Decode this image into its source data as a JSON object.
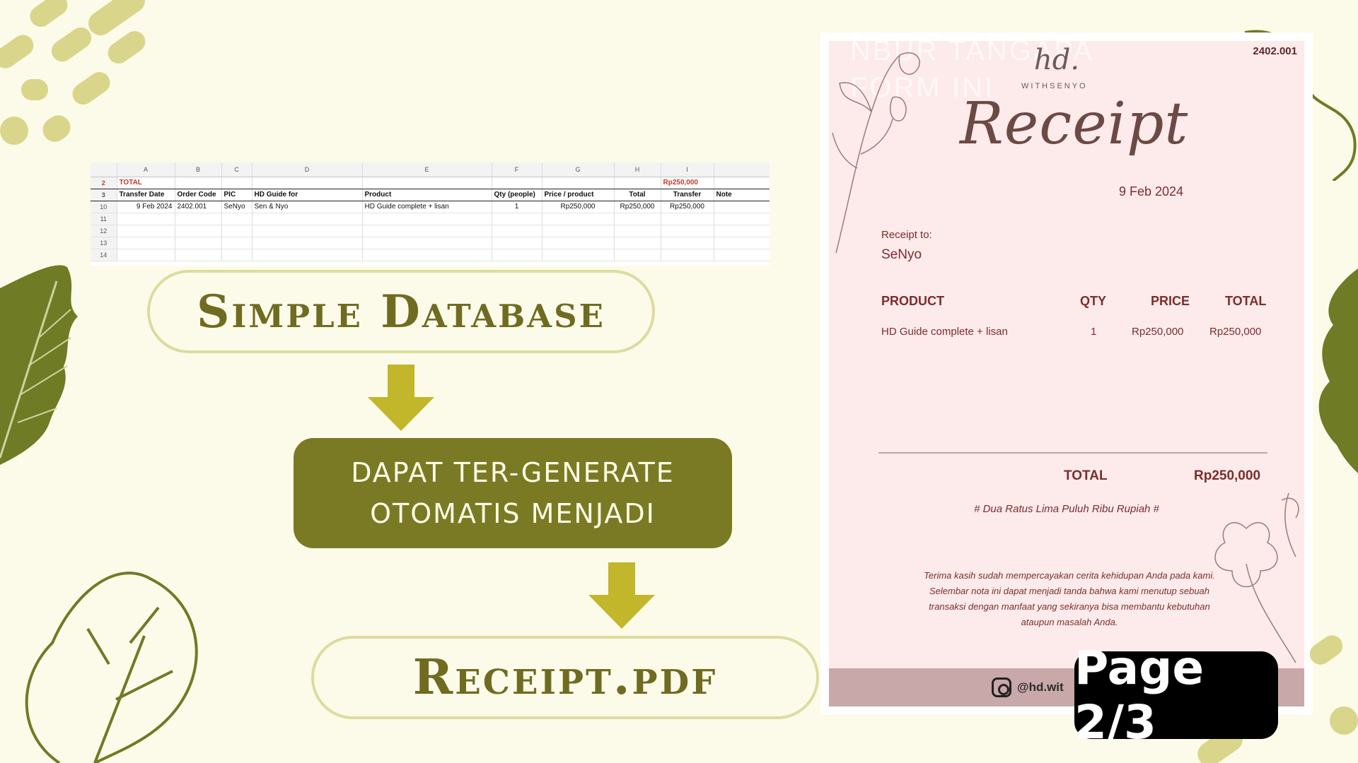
{
  "spreadsheet": {
    "columns": [
      "A",
      "B",
      "C",
      "D",
      "E",
      "F",
      "G",
      "H",
      "I"
    ],
    "total_row": {
      "row": "2",
      "label": "TOTAL",
      "amount": "Rp250,000"
    },
    "header_row": {
      "row": "3",
      "cells": [
        "Transfer Date",
        "Order Code",
        "PIC",
        "HD Guide for",
        "Product",
        "Qty (people)",
        "Price / product",
        "Total",
        "Transfer",
        "Note"
      ]
    },
    "data_row": {
      "row": "10",
      "cells": [
        "9 Feb 2024",
        "2402.001",
        "SeNyo",
        "Sen & Nyo",
        "HD Guide complete + lisan",
        "1",
        "Rp250,000",
        "Rp250,000",
        "Rp250,000",
        ""
      ]
    },
    "empty_rows": [
      "11",
      "12",
      "13",
      "14"
    ]
  },
  "flow": {
    "step1": "Simple Database",
    "step2_line1": "DAPAT TER-GENERATE",
    "step2_line2": "OTOMATIS MENJADI",
    "step3": "Receipt.pdf"
  },
  "receipt": {
    "ghost_line1": "NBUR TANGAPA",
    "ghost_line2": "FORM INI",
    "brand": "hd.",
    "brand_sub": "WITHSENYO",
    "code": "2402.001",
    "title": "Receipt",
    "date": "9 Feb 2024",
    "to_label": "Receipt to:",
    "to_name": "SeNyo",
    "headers": {
      "product": "PRODUCT",
      "qty": "QTY",
      "price": "PRICE",
      "total": "TOTAL"
    },
    "item": {
      "product": "HD Guide complete + lisan",
      "qty": "1",
      "price": "Rp250,000",
      "total": "Rp250,000"
    },
    "total_label": "TOTAL",
    "total_value": "Rp250,000",
    "amount_words": "# Dua Ratus Lima Puluh Ribu Rupiah #",
    "note_line1": "Terima kasih sudah mempercayakan cerita kehidupan Anda pada kami.",
    "note_line2": "Selembar nota ini dapat menjadi tanda bahwa kami menutup sebuah",
    "note_line3": "transaksi dengan manfaat yang sekiranya bisa membantu kebutuhan",
    "note_line4": "ataupun masalah Anda.",
    "instagram": "@hd.wit"
  },
  "page_indicator": "Page 2/3",
  "colors": {
    "background": "#fcfbe9",
    "olive": "#7a7a24",
    "pill_border": "#dcdca0",
    "receipt_bg": "#fdeaea",
    "receipt_text": "#7b2d2d",
    "leaf": "#6f7b25"
  }
}
